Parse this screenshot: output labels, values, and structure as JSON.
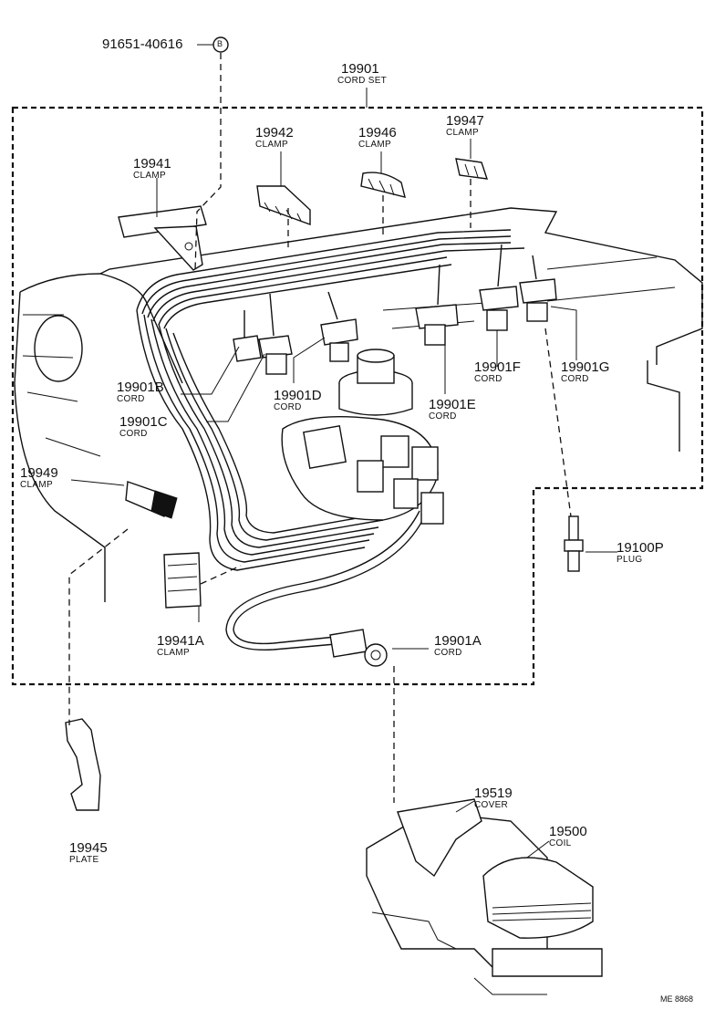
{
  "labels": {
    "bolt_91651": {
      "number": "91651-40616"
    },
    "bolt_ref": {
      "letter": "B"
    },
    "p19901": {
      "number": "19901",
      "name": "CORD SET"
    },
    "p19941": {
      "number": "19941",
      "name": "CLAMP"
    },
    "p19942": {
      "number": "19942",
      "name": "CLAMP"
    },
    "p19946": {
      "number": "19946",
      "name": "CLAMP"
    },
    "p19947": {
      "number": "19947",
      "name": "CLAMP"
    },
    "p19901B": {
      "number": "19901B",
      "name": "CORD"
    },
    "p19901C": {
      "number": "19901C",
      "name": "CORD"
    },
    "p19901D": {
      "number": "19901D",
      "name": "CORD"
    },
    "p19901E": {
      "number": "19901E",
      "name": "CORD"
    },
    "p19901F": {
      "number": "19901F",
      "name": "CORD"
    },
    "p19901G": {
      "number": "19901G",
      "name": "CORD"
    },
    "p19949": {
      "number": "19949",
      "name": "CLAMP"
    },
    "p19941A": {
      "number": "19941A",
      "name": "CLAMP"
    },
    "p19901A": {
      "number": "19901A",
      "name": "CORD"
    },
    "p19100P": {
      "number": "19100P",
      "name": "PLUG"
    },
    "p19945": {
      "number": "19945",
      "name": "PLATE"
    },
    "p19519": {
      "number": "19519",
      "name": "COVER"
    },
    "p19500": {
      "number": "19500",
      "name": "COIL"
    }
  },
  "figure_ref": "ME 8868"
}
